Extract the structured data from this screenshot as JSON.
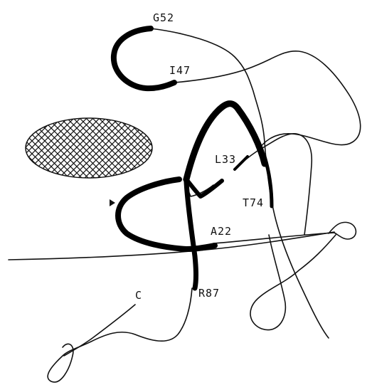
{
  "colors": {
    "ink": "#111111",
    "background": "#ffffff"
  },
  "labels": {
    "g52": "G52",
    "i47": "I47",
    "l33": "L33",
    "t74": "T74",
    "a22": "A22",
    "r87": "R87",
    "c_terminus": "C"
  },
  "features": {
    "hatched_region": "crosshatch-ellipse",
    "n_terminus_marker": "triangle-marker"
  }
}
